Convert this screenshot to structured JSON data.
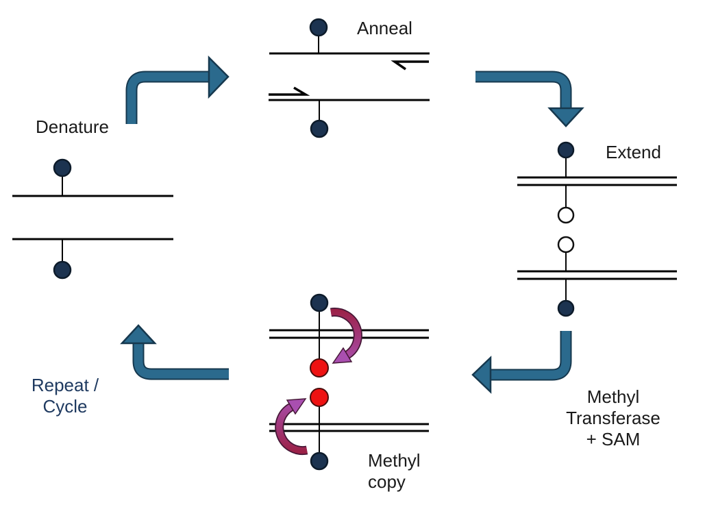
{
  "diagram": {
    "type": "cycle-diagram",
    "subject": "PCR cycle with methylation copying",
    "labels": {
      "denature": "Denature",
      "anneal": "Anneal",
      "extend": "Extend",
      "methyl_transferase": "Methyl\nTransferase\n+ SAM",
      "methyl_copy": "Methyl\ncopy",
      "repeat_cycle": "Repeat /\nCycle"
    },
    "glyphs": {
      "methylated-site-icon": "filled navy circle",
      "unmethylated-site-icon": "open white circle",
      "new-methyl-site-icon": "filled red circle",
      "primer-icon": "half-arrow on strand",
      "stage-arrow-icon": "teal elbow arrow",
      "methyl-transfer-arrow-icon": "maroon-to-purple curved arrow"
    }
  },
  "colors": {
    "arrow_teal": "#2B6A8D",
    "arrow_teal_outline": "#16384E",
    "dna_line": "#050505",
    "methyl_navy": "#1C3350",
    "methyl_red": "#EE1212",
    "unmethylated_white": "#FFFFFF",
    "gradient_maroon": "#9B2147",
    "gradient_purple": "#A94FB0",
    "curved_outline": "#451736",
    "label_text": "#1A1A1A",
    "repeat_cycle_text": "#1F3A60",
    "background": "#FFFFFF"
  }
}
